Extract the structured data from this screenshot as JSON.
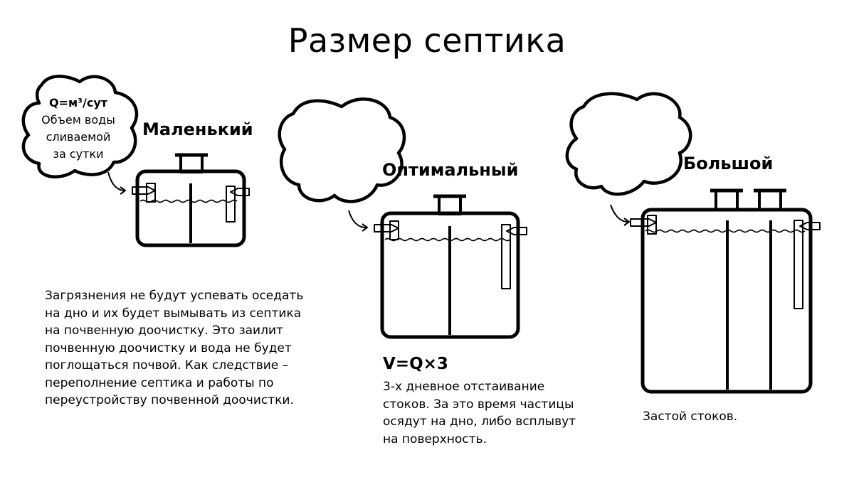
{
  "title": "Размер септика",
  "colors": {
    "ink": "#000000",
    "background": "#ffffff"
  },
  "small": {
    "label": "Маленький",
    "cloud": {
      "formula_q": "Q=м³/сут",
      "lines": [
        "Объем воды",
        "сливаемой",
        "за сутки"
      ]
    },
    "description": [
      "Загрязнения не будут успевать оседать",
      "на дно и их будет вымывать из септика",
      "на почвенную доочистку. Это заилит",
      "почвенную доочистку и вода не будет",
      "поглощаться почвой. Как следствие –",
      "переполнение септика и работы по",
      "переустройству почвенной доочистки."
    ]
  },
  "optimal": {
    "label": "Оптимальный",
    "formula": "V=Q×3",
    "description": [
      "3-х дневное отстаивание",
      "стоков. За это время частицы",
      "осядут на дно, либо всплывут",
      "на поверхность."
    ]
  },
  "large": {
    "label": "Большой",
    "description": [
      "Застой стоков."
    ]
  }
}
